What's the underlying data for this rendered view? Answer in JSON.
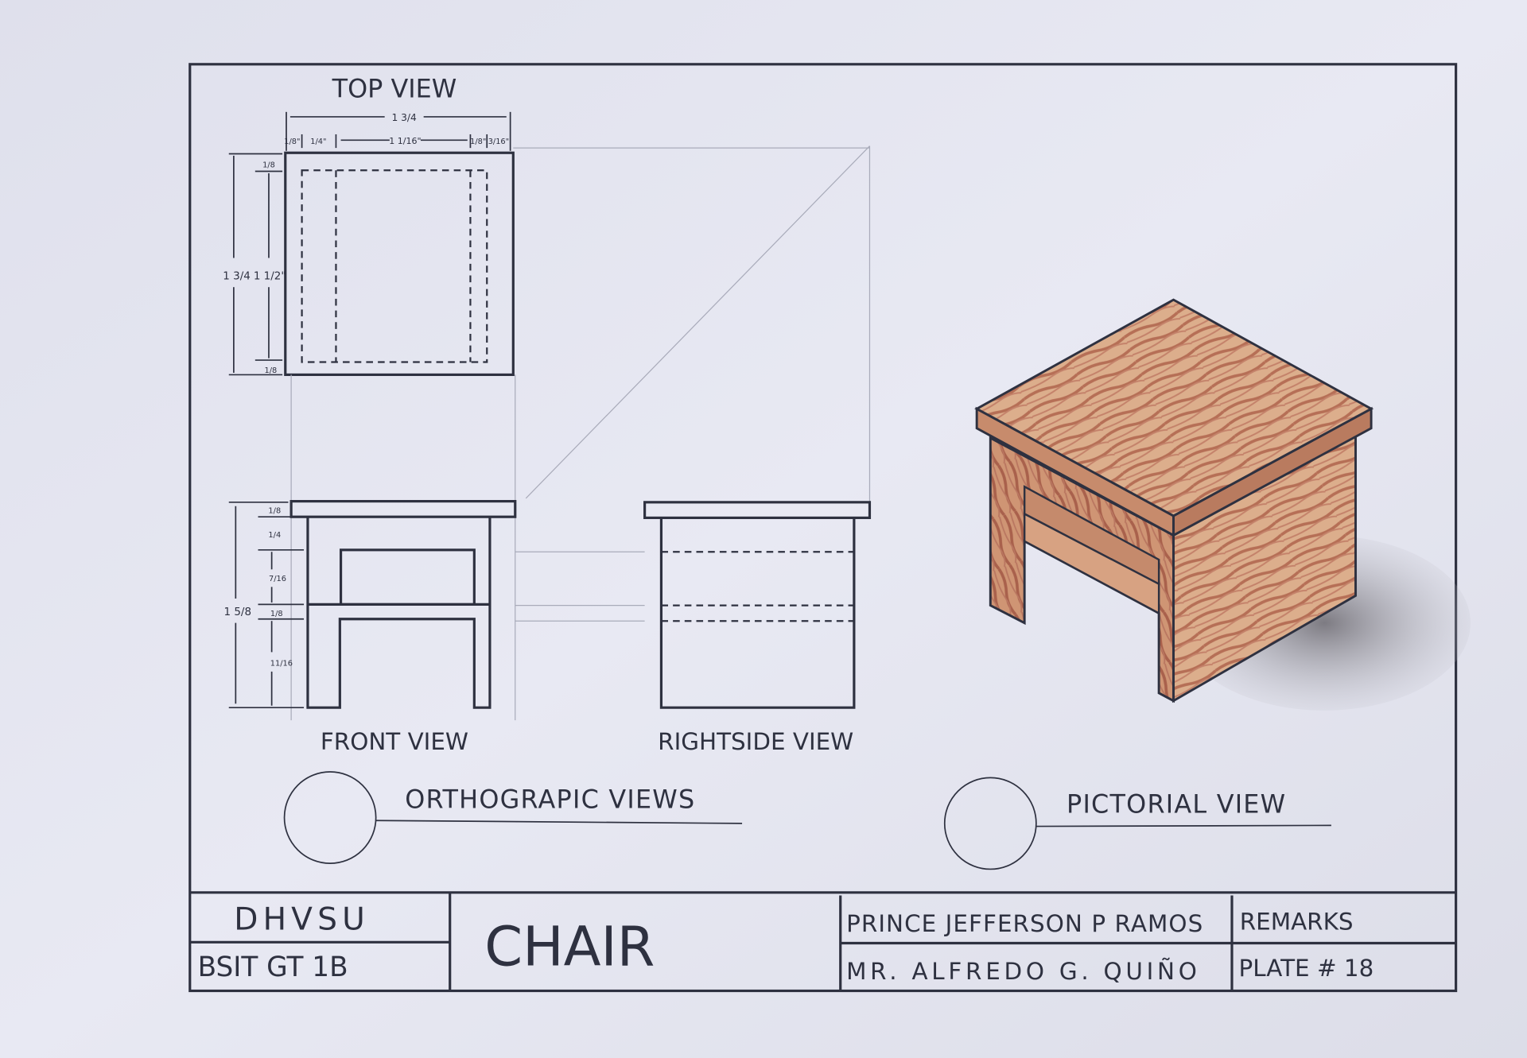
{
  "views": {
    "top": "TOP VIEW",
    "front": "FRONT VIEW",
    "right": "RIGHTSIDE VIEW",
    "orthographic": "ORTHOGRAPIC VIEWS",
    "pictorial": "PICTORIAL VIEW"
  },
  "dimensions": {
    "top_overall_width": "1 3/4",
    "top_segments": [
      "1/8\"",
      "1/4\"",
      "1 1/16\"",
      "1/8\"",
      "3/16\""
    ],
    "top_overall_depth": "1 3/4",
    "top_inner_depth": "1 1/2\"",
    "top_edge_top": "1/8",
    "top_edge_bottom": "1/8",
    "front_overall_height": "1 5/8",
    "front_segments": [
      "1/8",
      "1/4",
      "7/16",
      "1/8",
      "11/16"
    ]
  },
  "title_block": {
    "school": "DHVSU",
    "section": "BSIT GT 1B",
    "title": "CHAIR",
    "student": "PRINCE JEFFERSON P RAMOS",
    "instructor": "MR. ALFREDO G. QUIÑO",
    "remarks": "REMARKS",
    "plate": "PLATE # 18"
  },
  "colors": {
    "paper": "#e6e7f1",
    "ink": "#2e3140",
    "wood_light": "#d9a883",
    "wood_grain": "#b9705a",
    "shadow": "#8e8c92"
  }
}
